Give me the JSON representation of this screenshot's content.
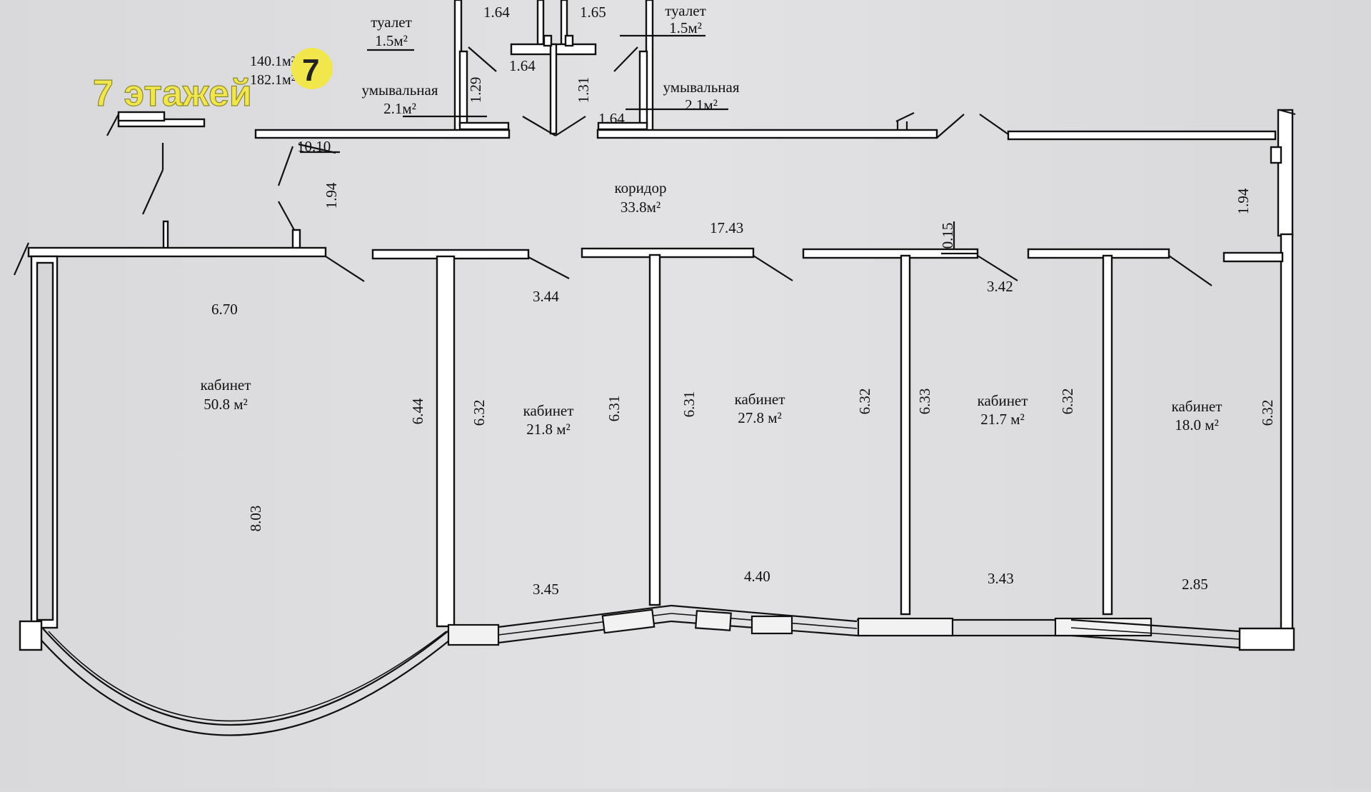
{
  "rooms": {
    "toilet_left": {
      "name": "туалет",
      "area": "1.5м²"
    },
    "toilet_right": {
      "name": "туалет",
      "area": "1.5м²"
    },
    "washroom_left": {
      "name": "умывальная",
      "area": "2.1м²"
    },
    "washroom_right": {
      "name": "умывальная",
      "area": "2.1м²"
    },
    "corridor": {
      "name": "коридор",
      "area": "33.8м²"
    },
    "office_1": {
      "name": "кабинет",
      "area": "50.8 м²"
    },
    "office_2": {
      "name": "кабинет",
      "area": "21.8 м²"
    },
    "office_3": {
      "name": "кабинет",
      "area": "27.8 м²"
    },
    "office_4": {
      "name": "кабинет",
      "area": "21.7 м²"
    },
    "office_5": {
      "name": "кабинет",
      "area": "18.0 м²"
    }
  },
  "totals": {
    "line1": "140.1м²",
    "line2": "182.1м²"
  },
  "badge": {
    "text": "7 этажей",
    "logo": "7"
  },
  "dimensions": {
    "toilet_left_width": "1.64",
    "toilet_right_width": "1.65",
    "toilet_gap": "1.64",
    "toilet_left_depth": "1.29",
    "toilet_right_depth": "1.31",
    "washroom_right_width": "1.64",
    "entry_left": "10.10",
    "corridor_depth_left": "1.94",
    "corridor_length": "17.43",
    "partition_thickness": "0.15",
    "corridor_depth_right": "1.94",
    "office_1_top": "6.70",
    "office_1_right": "6.44",
    "office_1_depth": "8.03",
    "office_2_left": "6.32",
    "office_2_top": "3.44",
    "office_2_right": "6.31",
    "office_2_bottom": "3.45",
    "office_3_left": "6.31",
    "office_3_right": "6.32",
    "office_3_bottom": "4.40",
    "office_4_left": "6.33",
    "office_4_top": "3.42",
    "office_4_right": "6.32",
    "office_4_bottom": "3.43",
    "office_5_right": "6.32",
    "office_5_bottom": "2.85"
  }
}
